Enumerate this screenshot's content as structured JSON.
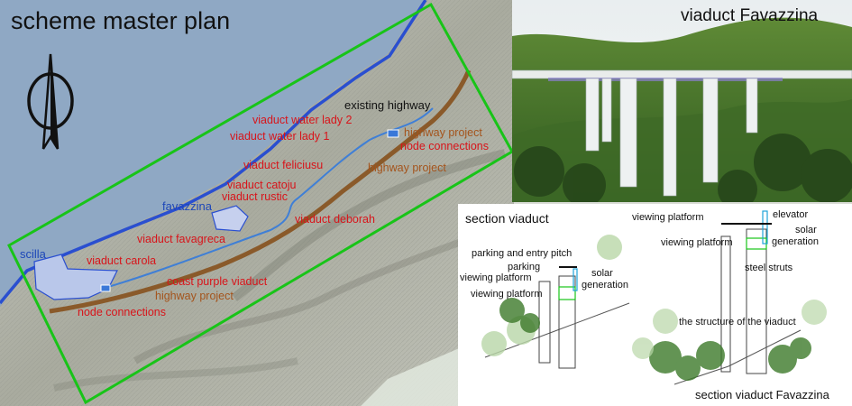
{
  "title": "scheme master plan",
  "photo_title": "viaduct Favazzina",
  "map_labels": {
    "existing_highway": "existing highway",
    "viaduct_water_lady_2": "viaduct water lady 2",
    "viaduct_water_lady_1": "viaduct water lady 1",
    "highway_project_top": "highway project",
    "node_connections_top": "node connections",
    "viaduct_feliciusu": "viaduct feliciusu",
    "highway_project_mid": "highway project",
    "viaduct_catoju": "viaduct catoju",
    "viaduct_rustic": "viaduct rustic",
    "favazzina": "favazzina",
    "viaduct_deborah": "viaduct deborah",
    "viaduct_favagreca": "viaduct favagreca",
    "scilla": "scilla",
    "viaduct_carola": "viaduct carola",
    "coast_purple_viaduct": "coast purple viaduct",
    "highway_project_bottom": "highway project",
    "node_connections_bottom": "node connections"
  },
  "section1": {
    "title": "section viaduct",
    "parking_entry": "parking and entry pitch",
    "parking": "parking",
    "viewing_platform_1": "viewing platform",
    "viewing_platform_2": "viewing platform",
    "solar": "solar",
    "generation": "generation"
  },
  "section2": {
    "title": "section viaduct Favazzina",
    "viewing_platform_top": "viewing platform",
    "elevator": "elevator",
    "solar": "solar",
    "generation": "generation",
    "viewing_platform_mid": "viewing platform",
    "steel_struts": "steel struts",
    "structure": "the structure of the viaduct"
  },
  "colors": {
    "sea": "#8fa8c4",
    "coast": "#2a4fd0",
    "green_frame": "#18c418",
    "highway_project": "#8a5a2a",
    "red_text": "#d8141a",
    "brown_text": "#a4541c",
    "blue_text": "#1d47b8"
  }
}
